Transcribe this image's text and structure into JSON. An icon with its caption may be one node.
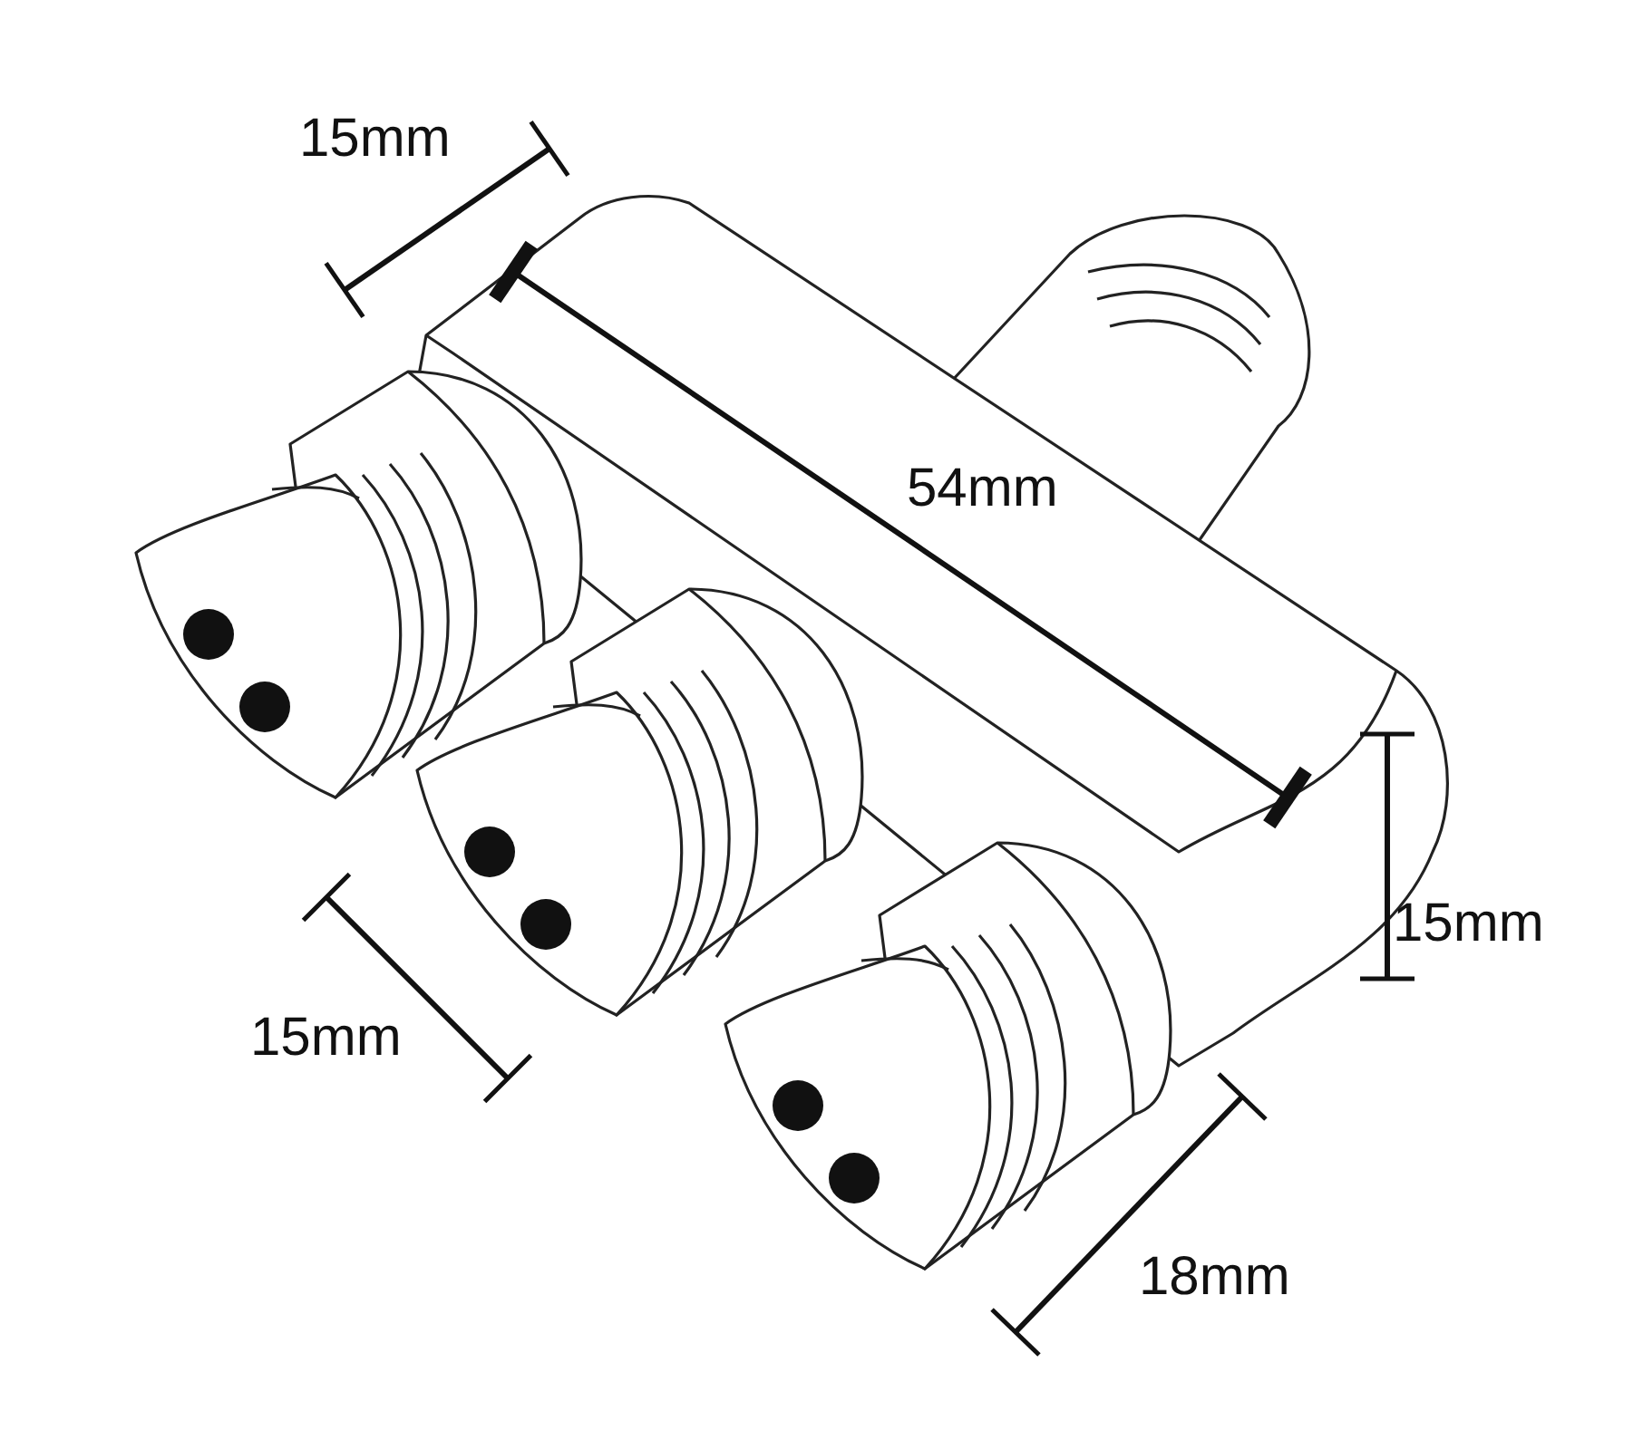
{
  "diagram": {
    "labels": [
      "15mm",
      "54mm",
      "15mm",
      "15mm",
      "18mm"
    ]
  }
}
